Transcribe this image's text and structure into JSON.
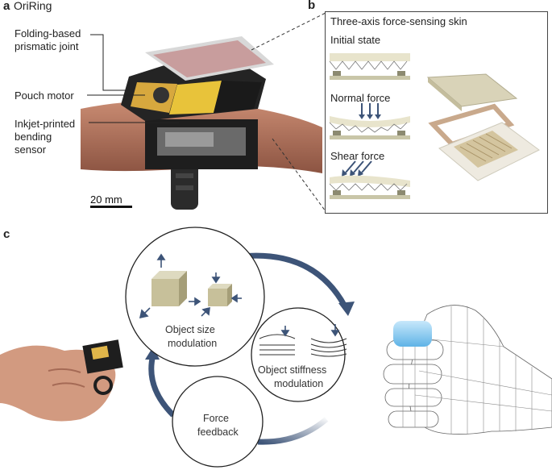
{
  "panel_a": {
    "letter": "a",
    "title": "OriRing",
    "labels": {
      "joint_1": "Folding-based",
      "joint_2": "prismatic joint",
      "motor": "Pouch motor",
      "sensor_1": "Inkjet-printed",
      "sensor_2": "bending",
      "sensor_3": "sensor"
    },
    "scale_bar": "20 mm"
  },
  "panel_b": {
    "letter": "b",
    "title": "Three-axis force-sensing skin",
    "states": {
      "initial": "Initial state",
      "normal": "Normal force",
      "shear": "Shear force"
    }
  },
  "panel_c": {
    "letter": "c",
    "cycle": {
      "size_1": "Object size",
      "size_2": "modulation",
      "stiff_1": "Object stiffness",
      "stiff_2": "modulation",
      "force_1": "Force",
      "force_2": "feedback"
    }
  },
  "colors": {
    "arrow": "#3d5478",
    "skin_layer": "#d6d1b4",
    "skin_base": "#b9b79a",
    "cube_front": "#c7c09a",
    "cube_top": "#dedac0",
    "cube_side": "#a59e78",
    "fingertip": "#8fcbef"
  }
}
